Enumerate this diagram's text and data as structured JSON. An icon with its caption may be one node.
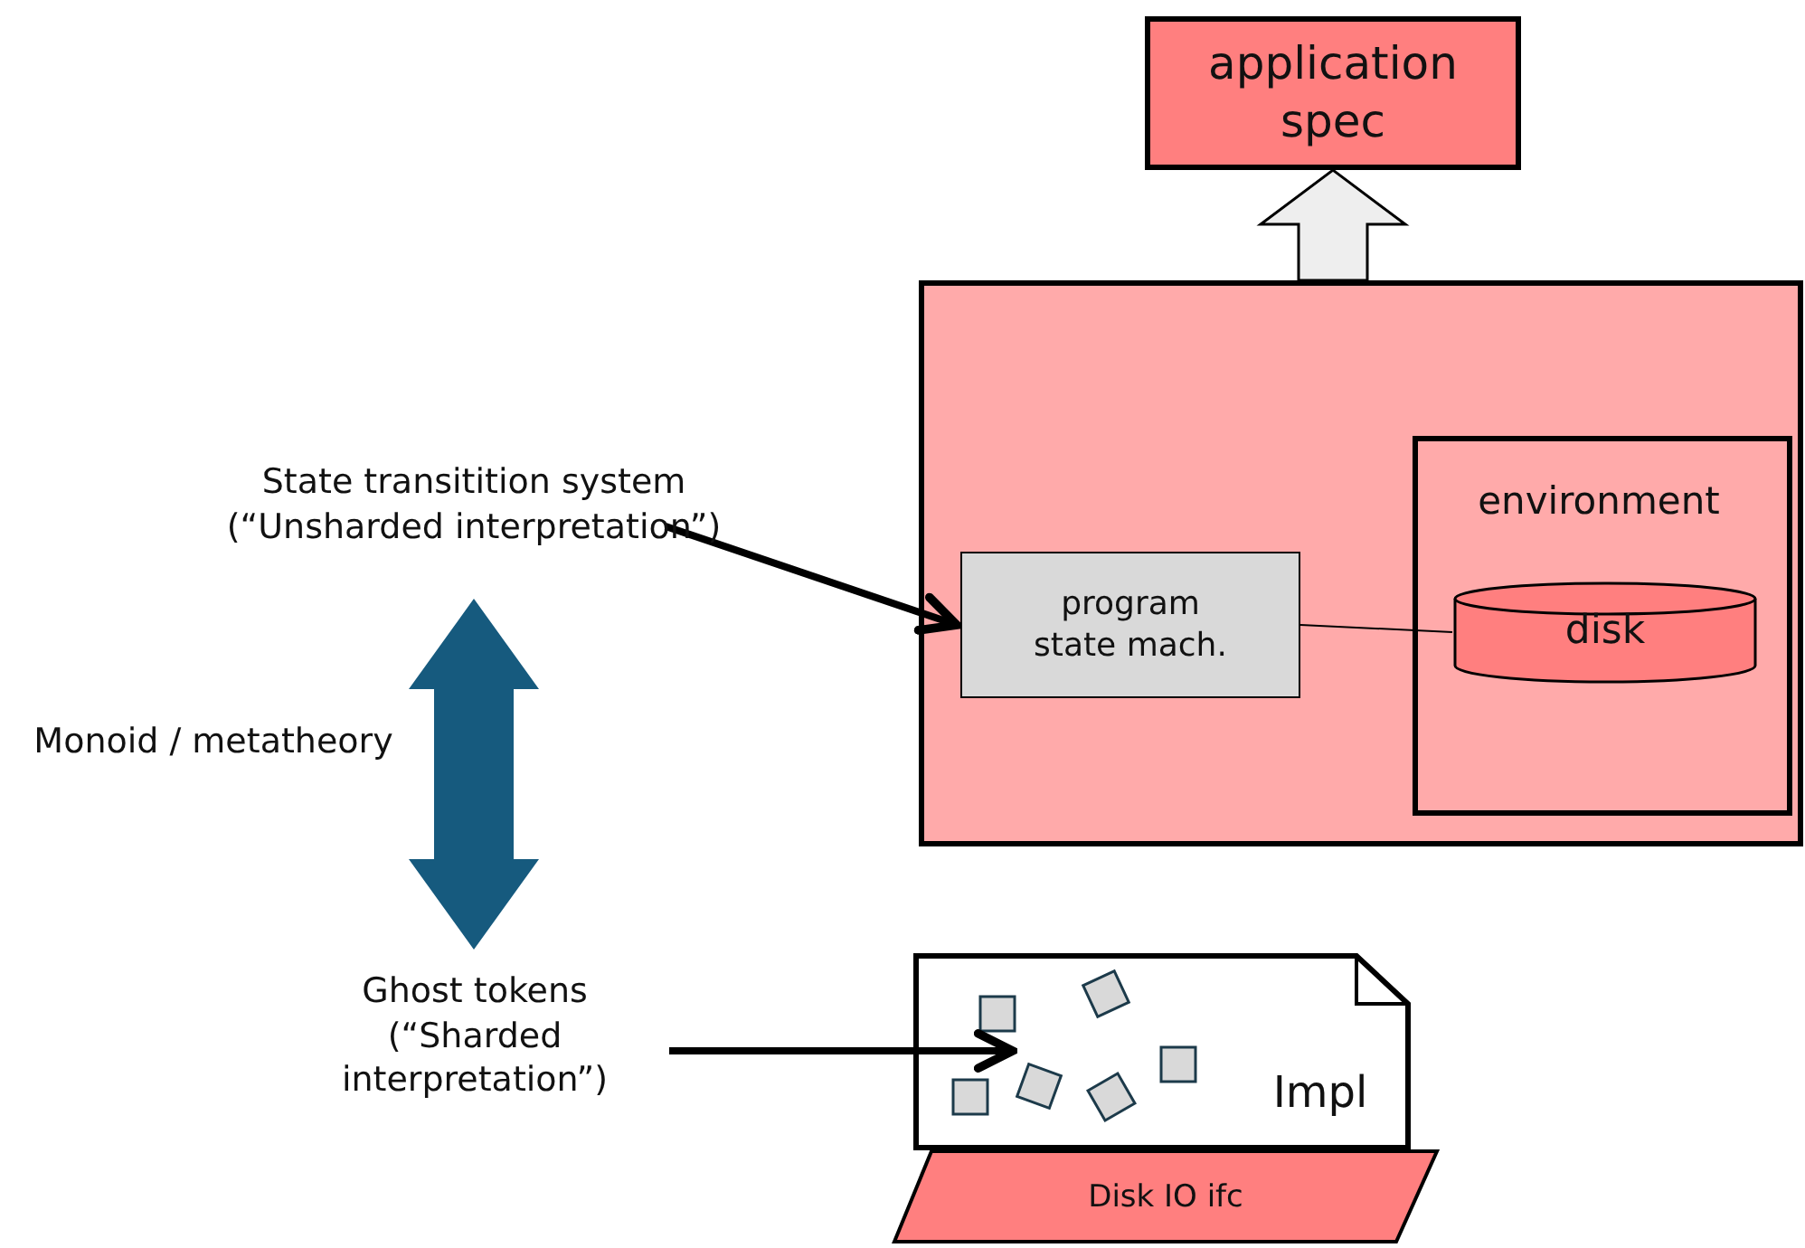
{
  "diagram": {
    "nodes": [
      {
        "text": [
          "application spec"
        ]
      },
      {
        "text": [],
        "shape": "box"
      },
      {
        "text": [
          "environment"
        ],
        "in": 1
      },
      {
        "text": [
          "program state mach."
        ],
        "in": 1
      },
      {
        "text": [
          "disk"
        ],
        "in": 2
      },
      {
        "text": [
          "State transitition system (“Unsharded interpretation”)"
        ]
      },
      {
        "text": [
          "Ghost tokens (“Sharded interpretation”)"
        ]
      },
      {
        "text": [
          "Impl"
        ]
      },
      {
        "text": [
          "Disk IO ifc"
        ]
      }
    ],
    "edges": [
      {
        "from": 1,
        "to": 0,
        "arrow": "to",
        "style": "thick",
        "color": "#eeeeee"
      },
      {
        "from": 5,
        "to": 3,
        "arrow": "to"
      },
      {
        "from": 3,
        "to": 4,
        "arrow": "none"
      },
      {
        "from": 5,
        "to": 6,
        "arrow": "both",
        "style": "thick",
        "color": "#165a7e",
        "label": "Monoid / metatheory"
      },
      {
        "from": 6,
        "to": 7,
        "arrow": "to"
      }
    ]
  }
}
